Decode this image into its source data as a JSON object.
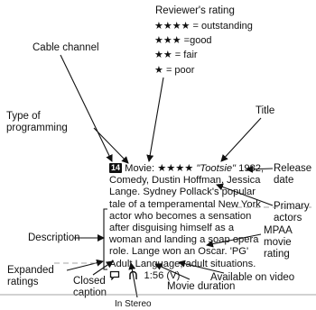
{
  "labels": {
    "reviewers_rating": "Reviewer's rating",
    "cable_channel": "Cable channel",
    "title": "Title",
    "type_of_programming": "Type of programming",
    "release_date": "Release date",
    "primary_actors": "Primary actors",
    "description": "Description",
    "mpaa_movie_rating": "MPAA movie rating",
    "expanded_ratings": "Expanded ratings",
    "available_on_video": "Available on video",
    "closed_caption": "Closed caption",
    "movie_duration": "Movie duration",
    "in_stereo": "In Stereo"
  },
  "rating_legend": [
    {
      "stars": "★★★★",
      "meaning": "= outstanding"
    },
    {
      "stars": "★★★",
      "meaning": "=good"
    },
    {
      "stars": "★★",
      "meaning": "= fair"
    },
    {
      "stars": "★",
      "meaning": "= poor"
    }
  ],
  "listing": {
    "channel": "14",
    "type": "Movie:",
    "stars": "★★★★",
    "title": "\"Tootsie\"",
    "year": "1982,",
    "lines": [
      "Comedy, Dustin Hoffman, Jessica",
      "Lange. Sydney Pollack's popular",
      "tale of a temperamental New York",
      "actor who becomes a sensation",
      "after disguising himself as a",
      "woman and landing a soap opera",
      "role. Lange won an Oscar. 'PG'",
      "Adult Language, adult situations."
    ],
    "duration_text": "1:56 (V)"
  }
}
